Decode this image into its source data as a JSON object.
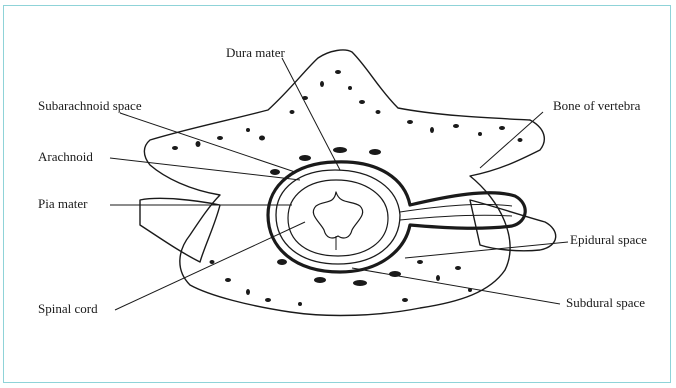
{
  "labels": {
    "dura_mater": "Dura mater",
    "subarachnoid_space": "Subarachnoid space",
    "arachnoid": "Arachnoid",
    "pia_mater": "Pia mater",
    "spinal_cord": "Spinal cord",
    "bone_of_vertebra": "Bone of vertebra",
    "epidural_space": "Epidural space",
    "subdural_space": "Subdural space"
  },
  "colors": {
    "border": "#8fd3d8",
    "ink": "#1a1a1a"
  }
}
